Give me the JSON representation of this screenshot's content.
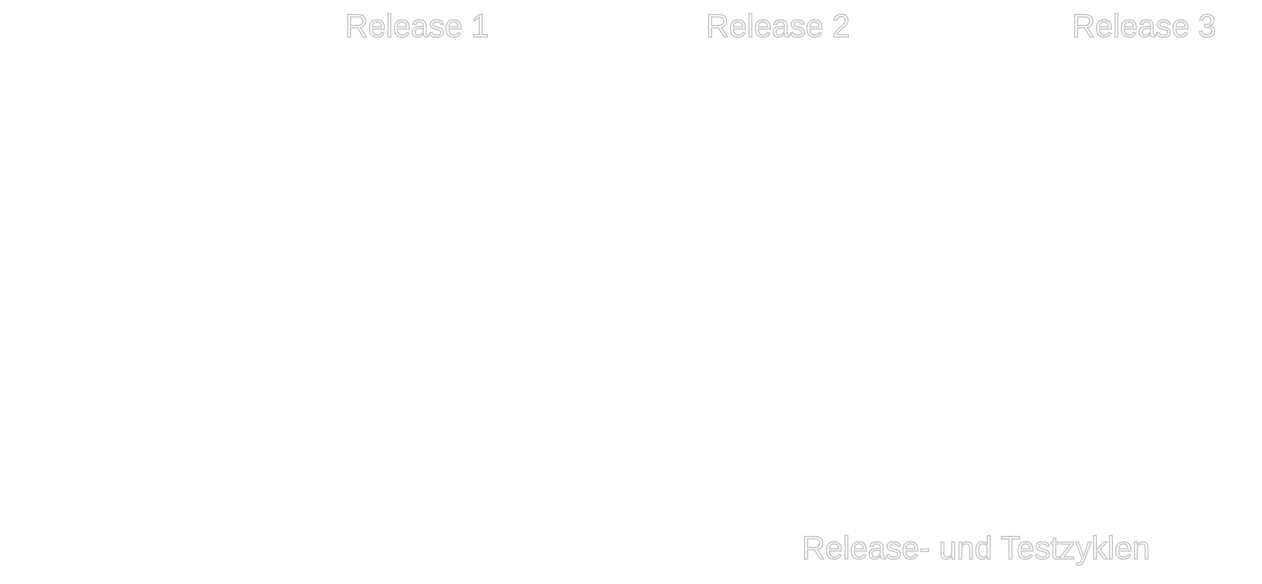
{
  "releases": [
    {
      "label": "Release 1"
    },
    {
      "label": "Release 2"
    },
    {
      "label": "Release 3"
    }
  ],
  "caption": "Release- und Testzyklen",
  "colors": {
    "background": "#ffffff",
    "text_fill": "#ffffff",
    "text_outline": "#c7c7c7"
  }
}
